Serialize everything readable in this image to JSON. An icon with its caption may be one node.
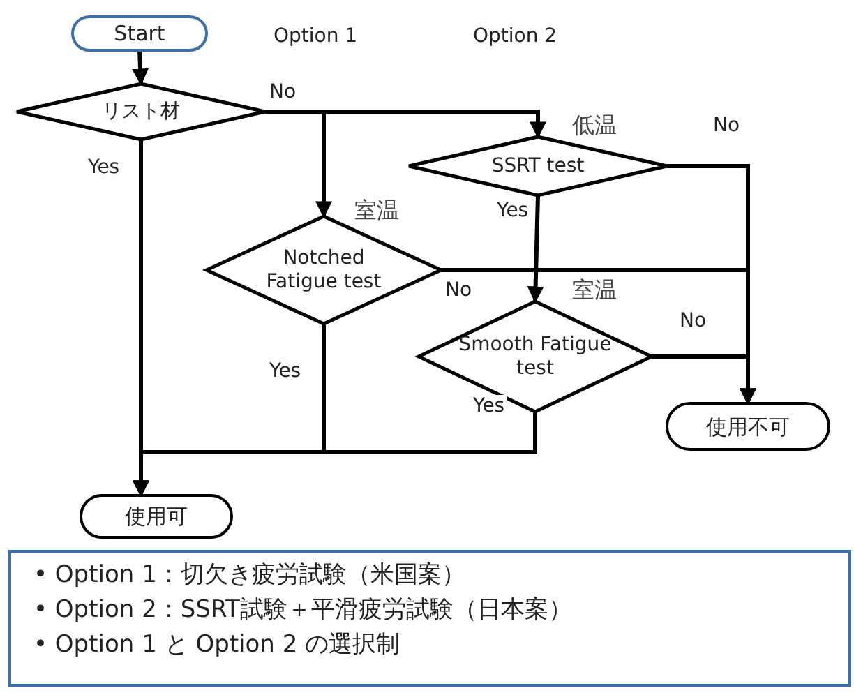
{
  "diagram": {
    "nodes": [
      {
        "text": [
          "Start"
        ]
      },
      {
        "text": [
          "リスト材"
        ]
      },
      {
        "text": [
          "SSRT test"
        ],
        "beside": [
          "低温"
        ]
      },
      {
        "text": [
          "Notched Fatigue test"
        ],
        "beside": [
          "室温"
        ]
      },
      {
        "text": [
          "Smooth Fatigue test"
        ],
        "beside": [
          "室温"
        ]
      },
      {
        "text": [
          "使用不可"
        ]
      },
      {
        "text": [
          "使用可"
        ]
      },
      {
        "text": [
          "• Option 1：切欠き疲労試験（米国案）",
          "• Option 2：SSRT試験＋平滑疲労試験（日本案）",
          "• Option 1 と Option 2 の選択制"
        ]
      }
    ],
    "edges": [
      {
        "from": 0,
        "to": 1,
        "arrow": "to"
      },
      {
        "from": 1,
        "to": 3,
        "arrow": "to",
        "label": "No"
      },
      {
        "from": 1,
        "to": 2,
        "arrow": "to"
      },
      {
        "from": 1,
        "to": 6,
        "arrow": "to",
        "label": "Yes"
      },
      {
        "from": 3,
        "to": 6,
        "arrow": "to",
        "label": "Yes"
      },
      {
        "from": 4,
        "to": 6,
        "arrow": "to",
        "label": "Yes"
      },
      {
        "from": 2,
        "to": 4,
        "arrow": "to",
        "label": "Yes"
      },
      {
        "from": 2,
        "to": 5,
        "arrow": "to",
        "label": "No"
      },
      {
        "from": 3,
        "to": 5,
        "arrow": "to",
        "label": "No"
      },
      {
        "from": 4,
        "to": 5,
        "arrow": "to",
        "label": "No"
      }
    ],
    "labels": [
      "Option 1",
      "Option 2"
    ]
  }
}
